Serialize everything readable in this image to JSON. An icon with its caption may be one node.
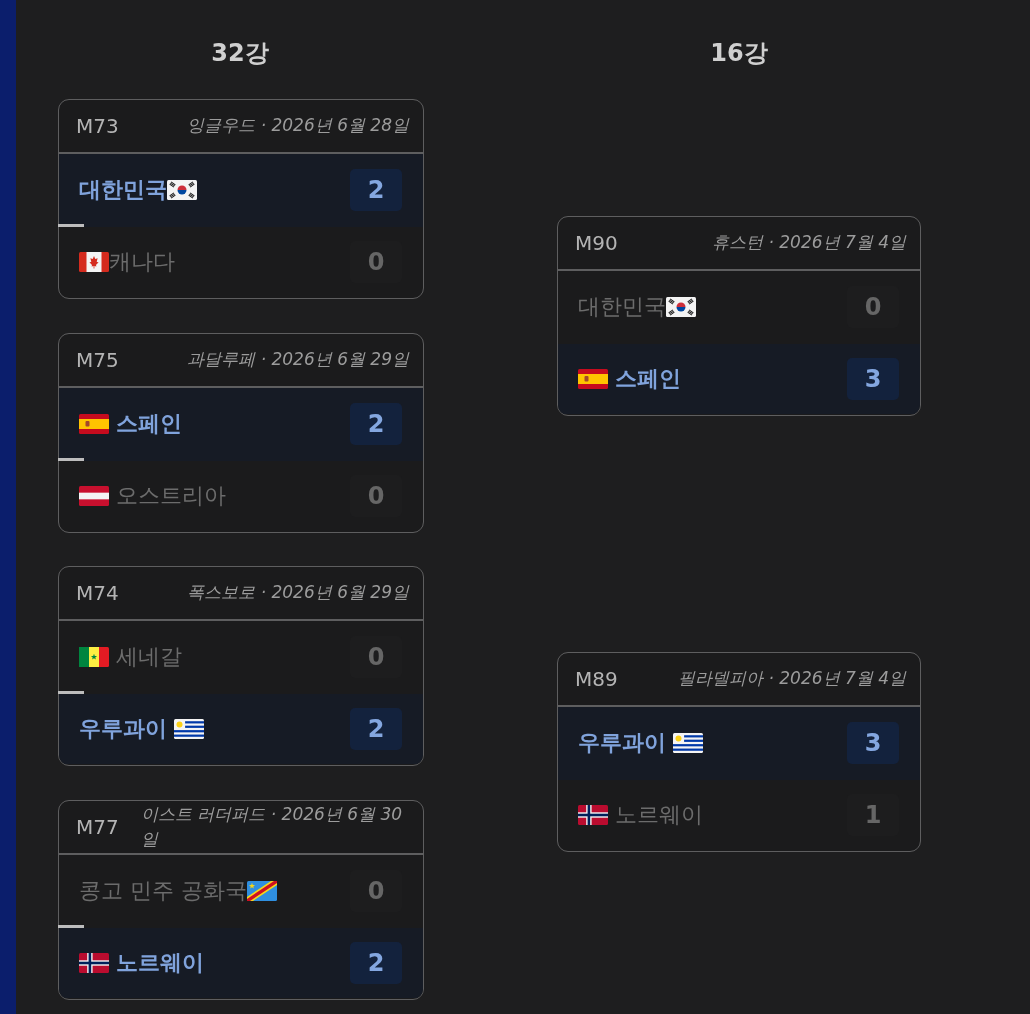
{
  "diagram": {
    "nodes": [
      {
        "text": [
          "M73",
          "잉글우드 · 2026년 6월 28일"
        ]
      },
      {
        "text": [
          "대한민국",
          "2"
        ],
        "in": 0
      },
      {
        "text": [
          "캐나다",
          "0"
        ],
        "in": 0
      },
      {
        "text": [
          "M75",
          "과달루페 · 2026년 6월 29일"
        ]
      },
      {
        "text": [
          "스페인",
          "2"
        ],
        "in": 3
      },
      {
        "text": [
          "오스트리아",
          "0"
        ],
        "in": 3
      },
      {
        "text": [
          "M74",
          "폭스보로 · 2026년 6월 29일"
        ]
      },
      {
        "text": [
          "세네갈",
          "0"
        ],
        "in": 6
      },
      {
        "text": [
          "우루과이",
          "2"
        ],
        "in": 6
      },
      {
        "text": [
          "M77",
          "이스트 러더퍼드 · 2026년 6월 30일"
        ]
      },
      {
        "text": [
          "콩고 민주 공화국",
          "0"
        ],
        "in": 9
      },
      {
        "text": [
          "노르웨이",
          "2"
        ],
        "in": 9
      },
      {
        "text": [
          "M90",
          "휴스턴 · 2026년 7월 4일"
        ]
      },
      {
        "text": [
          "대한민국",
          "0"
        ],
        "in": 12
      },
      {
        "text": [
          "스페인",
          "3"
        ],
        "in": 12
      },
      {
        "text": [
          "M89",
          "필라델피아 · 2026년 7월 4일"
        ]
      },
      {
        "text": [
          "우루과이",
          "3"
        ],
        "in": 15
      },
      {
        "text": [
          "노르웨이",
          "1"
        ],
        "in": 15
      }
    ],
    "labels": [
      "32강",
      "16강"
    ]
  }
}
